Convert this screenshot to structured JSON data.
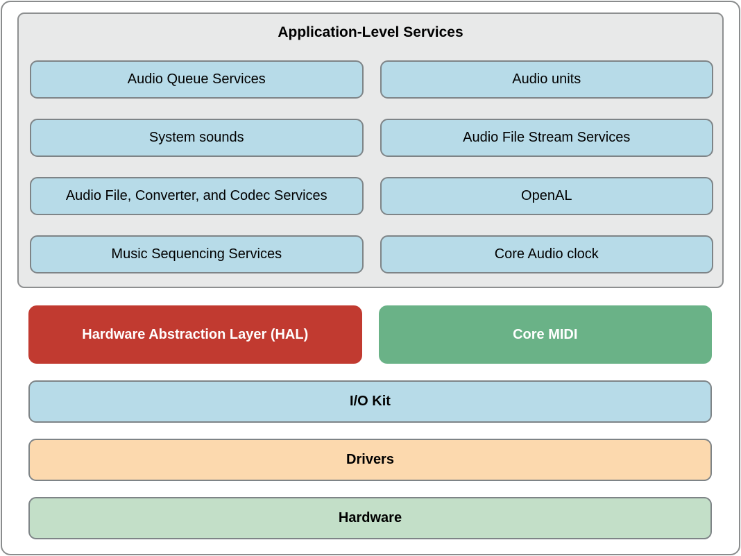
{
  "diagram": {
    "name": "Core Audio architecture layers"
  },
  "colors": {
    "page_bg": "#ffffff",
    "outer_border": "#8a8c8d",
    "container_bg": "#e8e9e9",
    "container_border": "#8d8f90",
    "service_box_bg": "#b7dbe8",
    "service_box_border": "#7e8487",
    "hal_bg": "#c13a30",
    "core_midi_bg": "#6ab287",
    "io_kit_bg": "#b7dbe8",
    "drivers_bg": "#fcd9ae",
    "hardware_bg": "#c3dfc8",
    "text_dark": "#000000",
    "text_light": "#ffffff"
  },
  "application_services": {
    "title": "Application-Level Services",
    "left_column": [
      "Audio Queue Services",
      "System sounds",
      "Audio File, Converter, and Codec Services",
      "Music Sequencing Services"
    ],
    "right_column": [
      "Audio units",
      "Audio File Stream Services",
      "OpenAL",
      "Core Audio clock"
    ]
  },
  "middle_row": {
    "hal_label": "Hardware Abstraction Layer (HAL)",
    "core_midi_label": "Core MIDI"
  },
  "layers": {
    "io_kit": "I/O Kit",
    "drivers": "Drivers",
    "hardware": "Hardware"
  }
}
